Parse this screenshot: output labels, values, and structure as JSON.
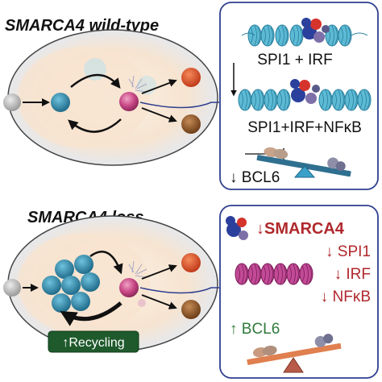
{
  "top": {
    "title": "SMARCA4 wild-type",
    "panel": {
      "line1": "SPI1 + IRF",
      "line2": "SPI1+IRF+NFκB",
      "line3": "↓ BCL6"
    }
  },
  "bottom": {
    "title": "SMARCA4 loss",
    "badge": "↑Recycling",
    "panel": {
      "gene": "↓SMARCA4",
      "spi1": "↓ SPI1",
      "irf": "↓ IRF",
      "nfkb": "↓ NFκB",
      "bcl6": "↑ BCL6"
    }
  },
  "colors": {
    "panel_border": "#2f3f8f",
    "loss_red": "#b0282c",
    "recycle_green": "#1f5a2c",
    "bcl6_green": "#2f7a3a",
    "gc_ring": "#f4dfc8",
    "germinal_cell": "#2a7b9b",
    "plasma_cell": "#c0427a",
    "output_orange": "#d9541e",
    "output_brown": "#8a5424",
    "nucleosome_blue": "#4fb3cf",
    "nucleosome_magenta": "#b63f8c"
  }
}
